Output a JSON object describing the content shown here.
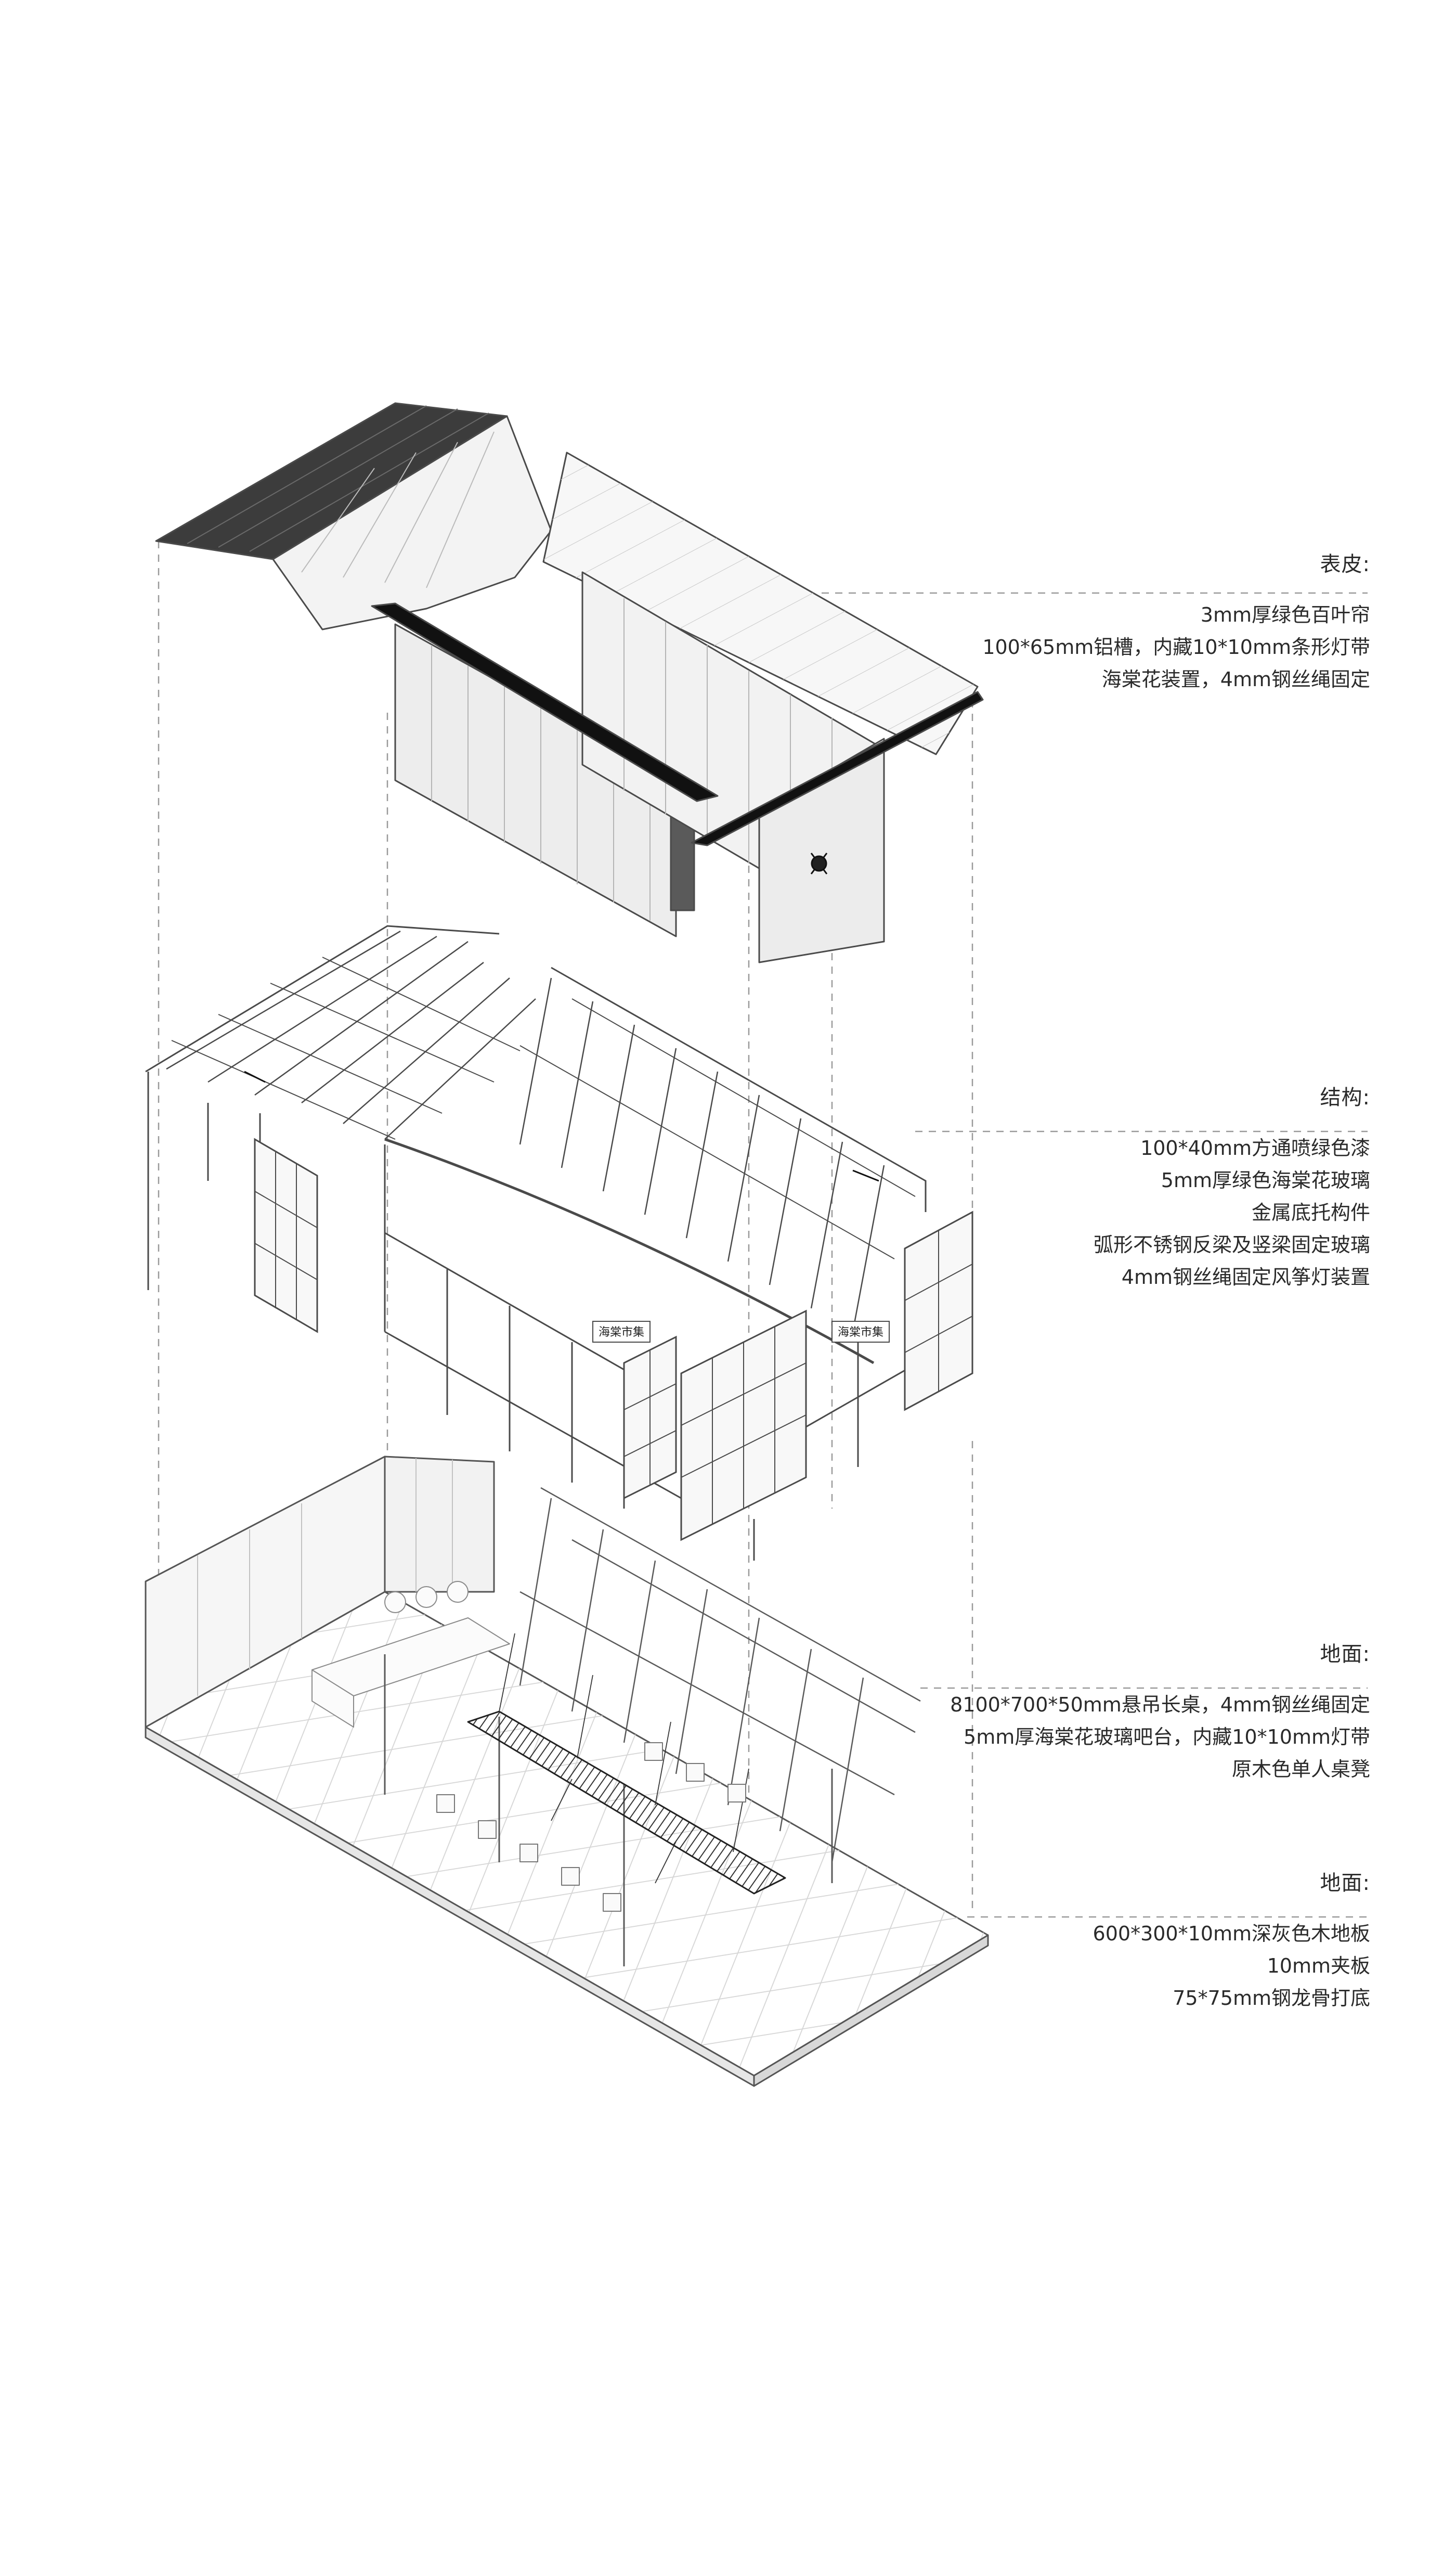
{
  "annotations": {
    "skin": {
      "title": "表皮:",
      "lines": [
        "3mm厚绿色百叶帘",
        "100*65mm铝槽，内藏10*10mm条形灯带",
        "海棠花装置，4mm钢丝绳固定"
      ]
    },
    "structure": {
      "title": "结构:",
      "lines": [
        "100*40mm方通喷绿色漆",
        "5mm厚绿色海棠花玻璃",
        "金属底托构件",
        "弧形不锈钢反梁及竖梁固定玻璃",
        "4mm钢丝绳固定风筝灯装置"
      ]
    },
    "floor_upper": {
      "title": "地面:",
      "lines": [
        "8100*700*50mm悬吊长桌，4mm钢丝绳固定",
        "5mm厚海棠花玻璃吧台，内藏10*10mm灯带",
        "原木色单人桌凳"
      ]
    },
    "floor_lower": {
      "title": "地面:",
      "lines": [
        "600*300*10mm深灰色木地板",
        "10mm夹板",
        "75*75mm钢龙骨打底"
      ]
    },
    "signs": {
      "left": "海棠市集",
      "right": "海棠市集"
    }
  },
  "colors": {
    "line": "#4a4a4a",
    "light_line": "#9a9a9a",
    "dark_panel": "#3c3c3c",
    "black": "#111111"
  }
}
